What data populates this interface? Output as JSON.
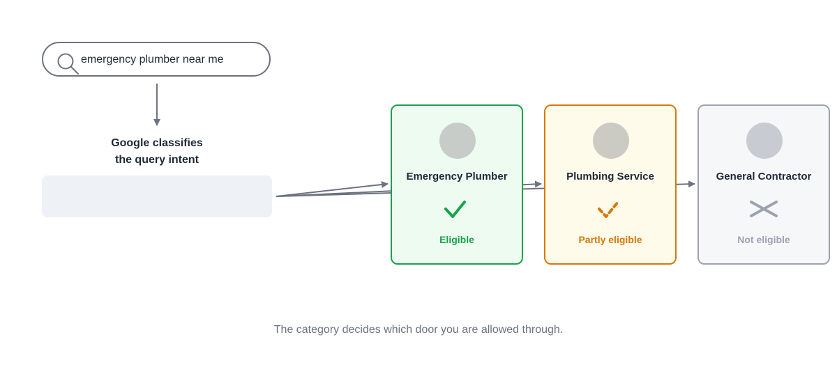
{
  "search": {
    "query": "emergency plumber near me",
    "icon": "search-icon"
  },
  "classify": {
    "line1": "Google classifies",
    "line2": "the query intent"
  },
  "cards": [
    {
      "title": "Emergency Plumber",
      "status": "Eligible",
      "mark_icon": "checkmark-icon",
      "border_color": "#16a34a",
      "bg_color": "#eefbf1",
      "avatar_color": "#c8ccc9",
      "status_color": "#16a34a"
    },
    {
      "title": "Plumbing Service",
      "status": "Partly eligible",
      "mark_icon": "dashed-checkmark-icon",
      "border_color": "#d97706",
      "bg_color": "#fffbeb",
      "avatar_color": "#cbcbc4",
      "status_color": "#d97706"
    },
    {
      "title": "General Contractor",
      "status": "Not eligible",
      "mark_icon": "cross-icon",
      "border_color": "#9ca3af",
      "bg_color": "#f6f7f9",
      "avatar_color": "#c9cbd2",
      "status_color": "#9ca3af"
    }
  ],
  "caption": "The category decides which door you are allowed through.",
  "colors": {
    "connector": "#6b7280",
    "text": "#1f2937",
    "muted": "#6b7280"
  }
}
